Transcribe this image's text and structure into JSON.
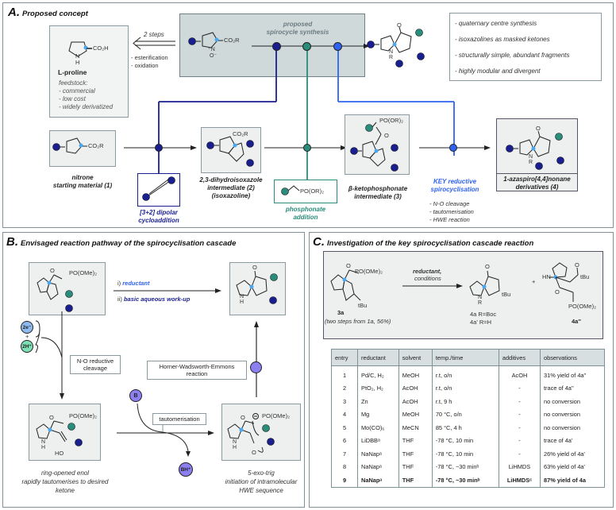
{
  "colors": {
    "dark_blue": "#1a1f8f",
    "teal": "#2a8c7a",
    "bright_blue": "#2f62f0",
    "spiro_blue": "#4aa8f0",
    "purple": "#8c7ff0",
    "mint": "#7ee0b5",
    "panel_border": "#7f9197",
    "box_fill": "#eef0f0",
    "header_fill": "#d7dfe1"
  },
  "panel_a": {
    "letter": "A.",
    "title": "Proposed concept",
    "proline": {
      "formula": "CO₂H",
      "nh": "N",
      "h": "H",
      "name": "L-proline",
      "feedstock_label": "feedstock:",
      "feedstock_items": [
        "- commercial",
        "- low cost",
        "- widely derivatized"
      ]
    },
    "retro_arrow": {
      "label": "2 steps",
      "steps": [
        "- esterification",
        "- oxidation"
      ]
    },
    "proposed_box": {
      "title_line1": "proposed",
      "title_line2": "spirocycle synthesis",
      "nitrone_formula": "CO₂R"
    },
    "benefits": [
      "- quaternary centre synthesis",
      "- isoxazolines as masked ketones",
      "- structurally simple, abundant fragments",
      "- highly modular and divergent"
    ],
    "steps": [
      {
        "label_line1": "nitrone",
        "label_line2": "starting material (1)",
        "formula": "CO₂R"
      },
      {
        "label_line1": "2,3-dihydroisoxazole",
        "label_line2": "intermediate (2)",
        "label_line3": "(isoxazoline)",
        "formula": "CO₂R"
      },
      {
        "label_line1": "β-ketophosphonate",
        "label_line2": "intermediate (3)",
        "formula": "PO(OR)₂"
      },
      {
        "label_line1": "1-azaspiro[4,4]nonane",
        "label_line2": "derivatives (4)"
      }
    ],
    "reagents": [
      {
        "label_line1": "[3+2] dipolar",
        "label_line2": "cycloaddition"
      },
      {
        "label_line1": "phosphonate",
        "label_line2": "addition",
        "formula": "PO(OR)₂"
      },
      {
        "label_line1": "KEY reductive",
        "label_line2": "spirocyclisation",
        "notes": [
          "- N-O cleavage",
          "- tautomerisation",
          "- HWE reaction"
        ]
      }
    ]
  },
  "panel_b": {
    "letter": "B.",
    "title": "Envisaged reaction pathway of the spirocyclisation cascade",
    "top_start_formula": "PO(OMe)₂",
    "conditions": [
      {
        "prefix": "i)",
        "text": "reductant"
      },
      {
        "prefix": "ii)",
        "text": "basic aqueous work-up"
      }
    ],
    "electrons": "2e⁻",
    "plus": "+",
    "protons": "2H⁺",
    "no_cleavage": {
      "line1": "N-O reductive",
      "line2": "cleavage"
    },
    "hwe": {
      "line1": "Horner-Wadsworth-Emmons",
      "line2": "reaction"
    },
    "tautomerisation": "tautomerisation",
    "base": "B",
    "base_h": "BH⁺",
    "enol_formula": "PO(OMe)₂",
    "enol_caption": [
      "ring-opened enol",
      "rapidly tautomerises to desired",
      "ketone"
    ],
    "exo_formula": "PO(OMe)₂",
    "exo_caption": [
      "5-exo-trig",
      "initiation of intramolecular",
      "HWE sequence"
    ]
  },
  "panel_c": {
    "letter": "C.",
    "title": "Investigation of the key spirocyclisation cascade reaction",
    "scheme": {
      "sm_formula": "PO(OMe)₂",
      "sm_sub": "tBu",
      "sm_label": "3a",
      "sm_note": "(two steps from 1a, 56%)",
      "arrow_top": "reductant,",
      "arrow_bottom": "conditions",
      "product_sub": "tBu",
      "product_labels": [
        "4a R=Boc",
        "4a' R=H"
      ],
      "plus": "+",
      "byproduct_sub": "tBu",
      "byproduct_formula": "PO(OMe)₂",
      "byproduct_label": "4a''"
    },
    "table": {
      "headers": [
        "entry",
        "reductant",
        "solvent",
        "temp./time",
        "additives",
        "observations"
      ],
      "rows": [
        [
          "1",
          "Pd/C, H₂",
          "MeOH",
          "r.t, o/n",
          "AcOH",
          "31% yield of 4a''"
        ],
        [
          "2",
          "PtO₂, H₂",
          "AcOH",
          "r.t, o/n",
          "-",
          "trace of 4a''"
        ],
        [
          "3",
          "Zn",
          "AcOH",
          "r.t, 9 h",
          "-",
          "no conversion"
        ],
        [
          "4",
          "Mg",
          "MeOH",
          "70 °C, o/n",
          "-",
          "no conversion"
        ],
        [
          "5",
          "Mo(CO)₆",
          "MeCN",
          "85 °C, 4 h",
          "-",
          "no conversion"
        ],
        [
          "6",
          "LiDBBᵃ",
          "THF",
          "-78 °C, 10 min",
          "-",
          "trace of 4a'"
        ],
        [
          "7",
          "NaNapᵃ",
          "THF",
          "-78 °C, 10 min",
          "-",
          "26% yield of 4a'"
        ],
        [
          "8",
          "NaNapᵃ",
          "THF",
          "-78 °C, ~30 minᵇ",
          "LiHMDS",
          "63% yield of 4a'"
        ],
        [
          "9",
          "NaNapᵃ",
          "THF",
          "-78 °C, ~30 minᵇ",
          "LiHMDSᶜ",
          "87% yield of 4a"
        ]
      ]
    }
  }
}
